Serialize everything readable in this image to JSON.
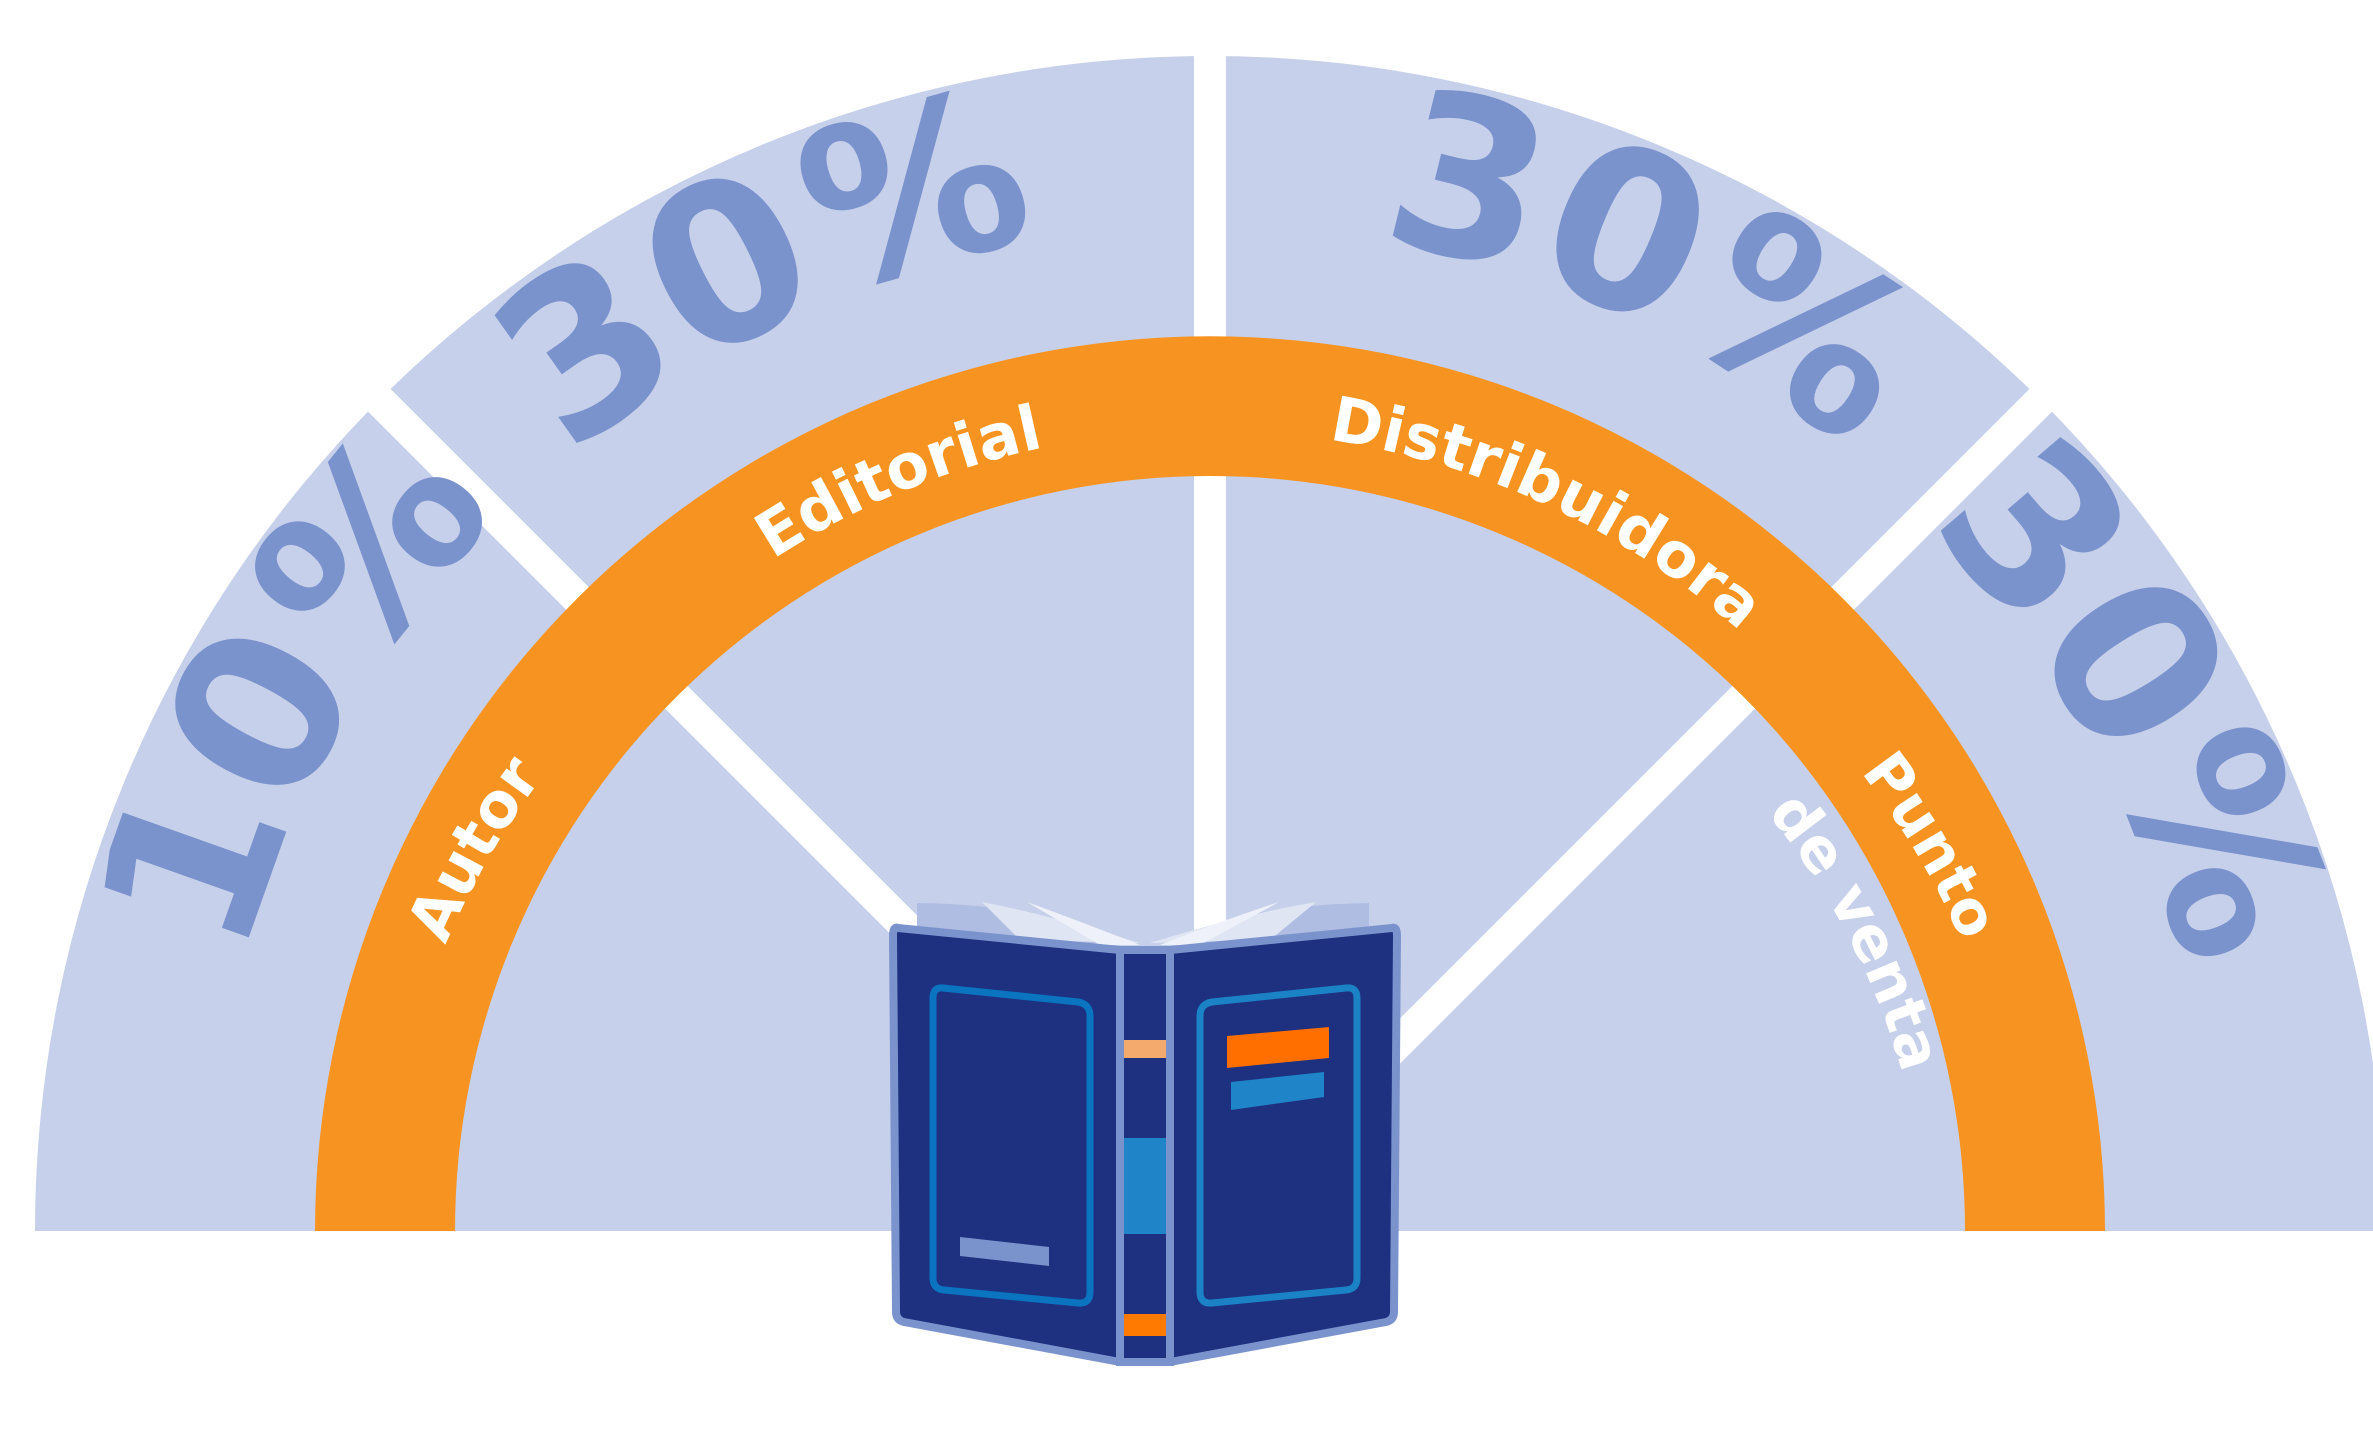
{
  "title": "Distribución del precio de un libro",
  "colors": {
    "sector_fill": "#c6d0ea",
    "percent_text": "#7b93cd",
    "band": "#f79421",
    "label_text": "#ffffff",
    "divider": "#ffffff",
    "book_cover": "#1d3180",
    "book_border": "#7b93cd",
    "book_frame": "#1b82c6",
    "book_accent_orange": "#ff6f00",
    "book_accent_light_orange": "#f4a96d",
    "book_accent_blue": "#1f84c8"
  },
  "segments": [
    {
      "label": "Autor",
      "percent_label": "10%",
      "value": 10
    },
    {
      "label": "Editorial",
      "percent_label": "30%",
      "value": 30
    },
    {
      "label": "Distribuidora",
      "percent_label": "30%",
      "value": 30
    },
    {
      "label_line1": "Punto",
      "label_line2": "de venta",
      "percent_label": "30%",
      "value": 30
    }
  ],
  "icon": "open-book-icon"
}
